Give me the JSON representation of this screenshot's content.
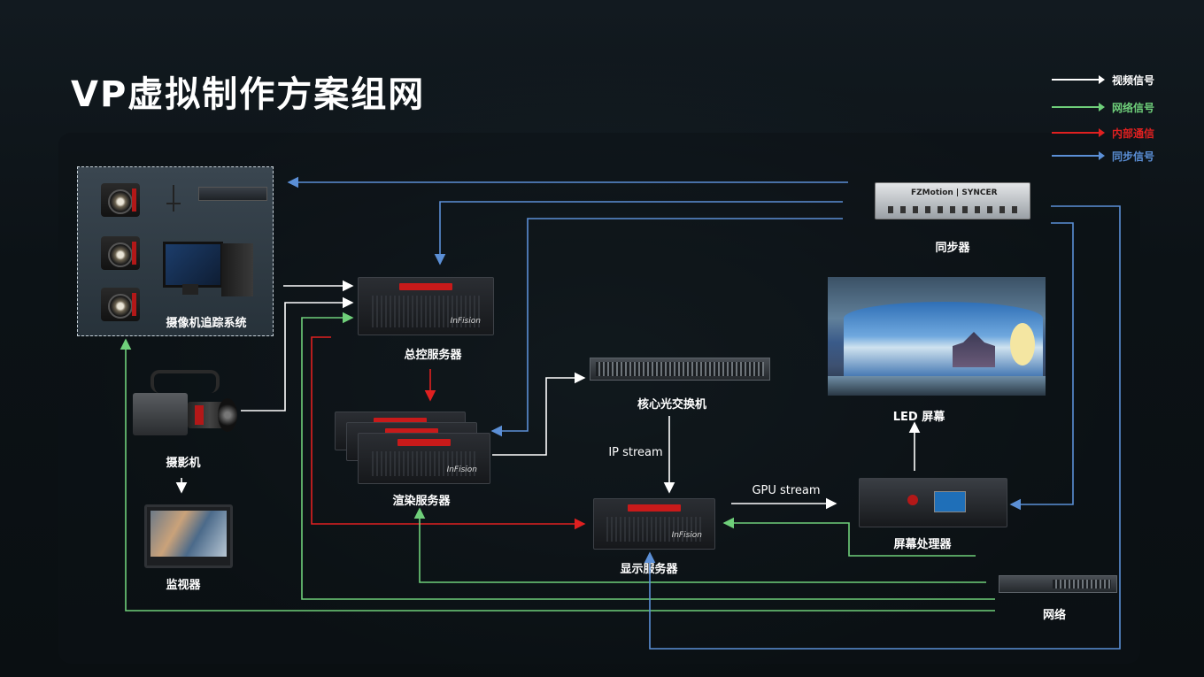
{
  "title": "VP虚拟制作方案组网",
  "legend": [
    {
      "label": "视频信号",
      "color": "#ffffff"
    },
    {
      "label": "网络信号",
      "color": "#6fcf7a"
    },
    {
      "label": "内部通信",
      "color": "#e02020"
    },
    {
      "label": "同步信号",
      "color": "#5b8fd6"
    }
  ],
  "nodes": {
    "camera_tracking": "摄像机追踪系统",
    "master_server": "总控服务器",
    "render_server": "渲染服务器",
    "core_switch": "核心光交换机",
    "sync": "同步器",
    "led_screen": "LED 屏幕",
    "screen_processor": "屏幕处理器",
    "display_server": "显示服务器",
    "camera": "摄影机",
    "monitor": "监视器",
    "network": "网络"
  },
  "edge_labels": {
    "ip_stream": "IP stream",
    "gpu_stream": "GPU stream"
  },
  "device_text": {
    "infision": "InFision",
    "sync_brand": "FZMotion | SYNCER"
  }
}
